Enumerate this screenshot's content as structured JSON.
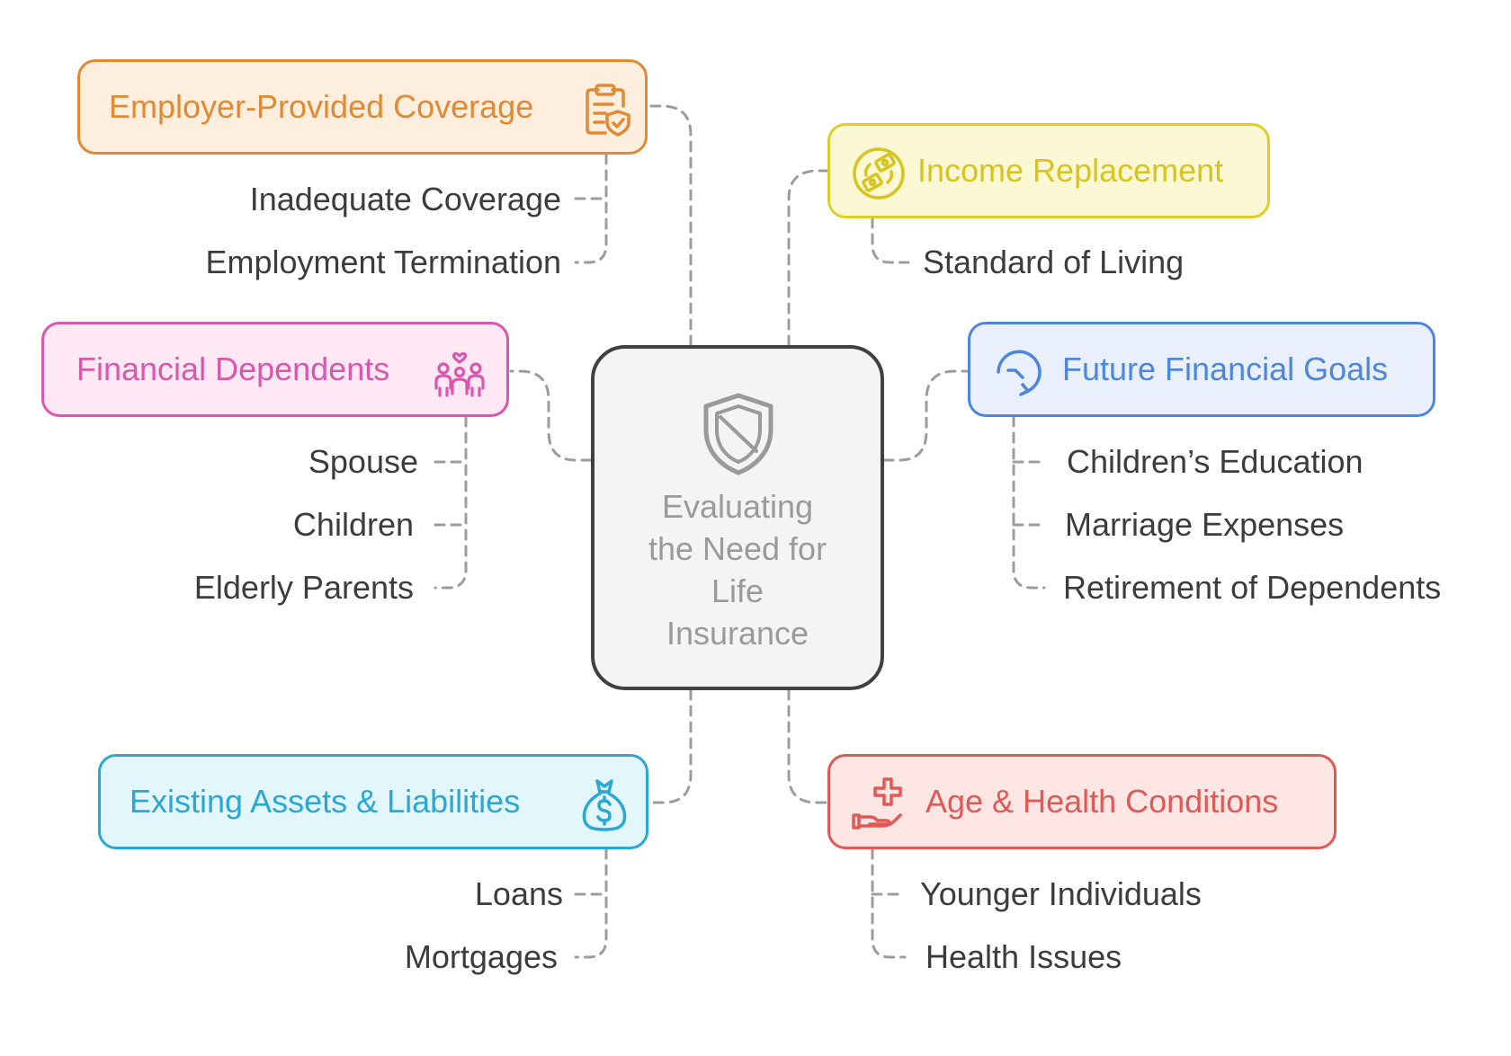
{
  "center": {
    "title_lines": [
      "Evaluating",
      "the Need for",
      "Life",
      "Insurance"
    ],
    "icon": "shield-icon"
  },
  "nodes": {
    "employer": {
      "title": "Employer-Provided Coverage",
      "icon": "clipboard-check-icon",
      "color": "#e08a35",
      "items": [
        "Inadequate Coverage",
        "Employment Termination"
      ]
    },
    "income": {
      "title": "Income Replacement",
      "icon": "money-exchange-icon",
      "color": "#d8c41f",
      "items": [
        "Standard of Living"
      ]
    },
    "dependents": {
      "title": "Financial Dependents",
      "icon": "family-heart-icon",
      "color": "#d957ad",
      "items": [
        "Spouse",
        "Children",
        "Elderly Parents"
      ]
    },
    "goals": {
      "title": "Future Financial Goals",
      "icon": "circular-arrow-icon",
      "color": "#4e86dd",
      "items": [
        "Children’s Education",
        "Marriage Expenses",
        "Retirement of Dependents"
      ]
    },
    "assets": {
      "title": "Existing Assets & Liabilities",
      "icon": "money-bag-icon",
      "color": "#27a8d6",
      "items": [
        "Loans",
        "Mortgages"
      ]
    },
    "age": {
      "title": "Age & Health Conditions",
      "icon": "hand-medical-cross-icon",
      "color": "#e05a55",
      "items": [
        "Younger Individuals",
        "Health Issues"
      ]
    }
  },
  "connector_color": "#9c9c9c"
}
